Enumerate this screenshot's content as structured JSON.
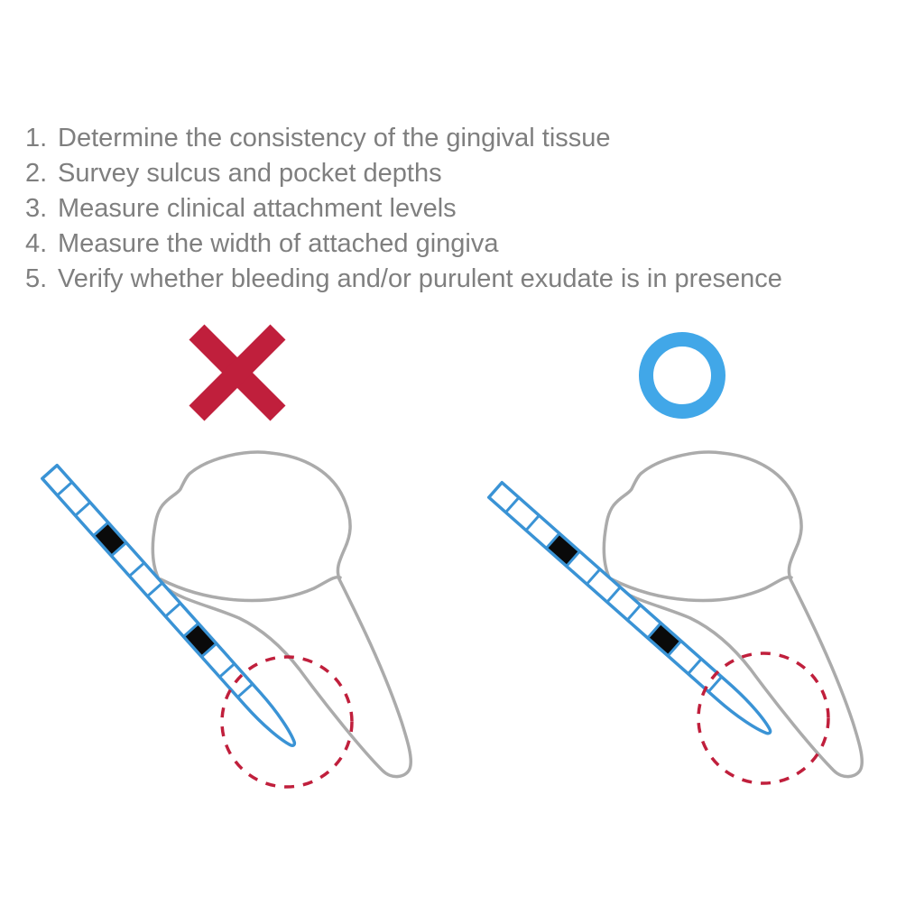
{
  "steps": {
    "items": [
      {
        "num": "1.",
        "text": "Determine the consistency of the gingival tissue"
      },
      {
        "num": "2.",
        "text": "Survey sulcus and pocket depths"
      },
      {
        "num": "3.",
        "text": "Measure clinical attachment levels"
      },
      {
        "num": "4.",
        "text": "Measure the width of attached gingiva"
      },
      {
        "num": "5.",
        "text": "Verify whether bleeding and/or purulent exudate is in presence"
      }
    ]
  },
  "figures": {
    "left": {
      "verdict_icon": "cross-icon",
      "content": "periodontal probe angled incorrectly against tooth, probe tip area circled"
    },
    "right": {
      "verdict_icon": "circle-icon",
      "content": "periodontal probe aligned correctly along root, probe tip area circled"
    }
  },
  "icons": {
    "incorrect": "cross-icon",
    "correct": "circle-icon",
    "highlight": "dashed-circle-icon"
  },
  "colors": {
    "text": "#7f7f7f",
    "red": "#c01f3c",
    "blue": "#41a7e8",
    "probe_blue": "#3a93d5",
    "tooth_outline": "#ababab",
    "marking_black": "#0a0a0a"
  }
}
